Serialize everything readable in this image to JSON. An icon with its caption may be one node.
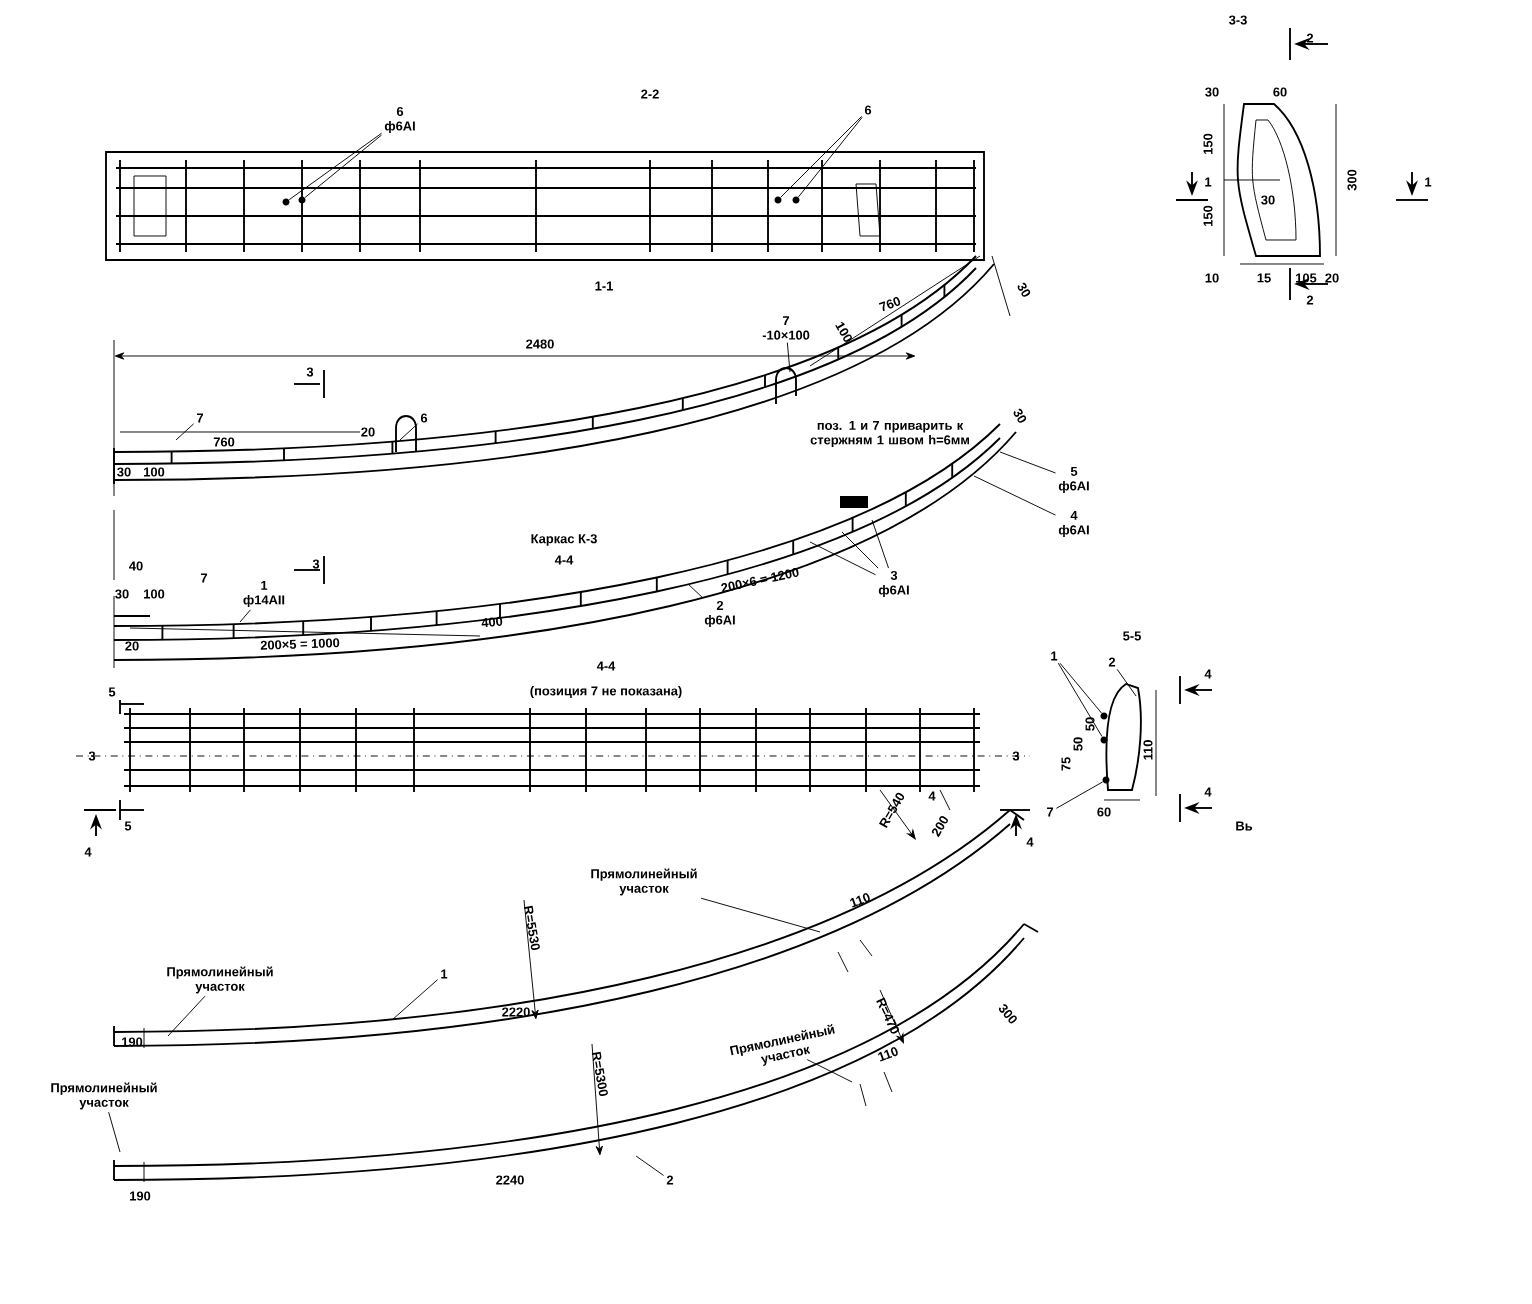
{
  "diagram": {
    "nodes": [
      {
        "text": [
          "6",
          "ф6АI"
        ]
      },
      {
        "text": [
          "6"
        ]
      },
      {
        "text": [
          "7",
          "-10×100"
        ]
      },
      {
        "text": [
          "7"
        ]
      },
      {
        "text": [
          "6"
        ]
      },
      {
        "text": [
          "5",
          "ф6АI"
        ]
      },
      {
        "text": [
          "4",
          "ф6АI"
        ]
      },
      {
        "text": [
          "3",
          "ф6АI"
        ]
      },
      {
        "text": [
          "2",
          "ф6АI"
        ]
      },
      {
        "text": [
          "1",
          "ф14АII"
        ]
      },
      {
        "text": [
          "1"
        ]
      },
      {
        "text": [
          "2"
        ]
      },
      {
        "text": [
          "7"
        ]
      },
      {
        "text": [
          "Прямолинейный участок"
        ]
      },
      {
        "text": [
          "1"
        ]
      },
      {
        "text": [
          "Прямолинейный участок"
        ]
      },
      {
        "text": [
          "Прямолинейный участок"
        ]
      },
      {
        "text": [
          "Прямолинейный участок"
        ]
      },
      {
        "text": [
          "2"
        ]
      },
      {
        "text": [],
        "shape": "circle"
      },
      {
        "text": [],
        "shape": "circle"
      },
      {
        "text": [],
        "shape": "circle"
      },
      {
        "text": [],
        "shape": "circle"
      },
      {
        "text": [],
        "shape": "circle"
      },
      {
        "text": [],
        "shape": "circle"
      },
      {
        "text": [],
        "shape": "circle"
      }
    ],
    "edges": [
      {
        "from": 0,
        "to": 19,
        "arrow": "none"
      },
      {
        "from": 0,
        "to": 20,
        "arrow": "none"
      },
      {
        "from": 1,
        "to": 21,
        "arrow": "none"
      },
      {
        "from": 1,
        "to": 22,
        "arrow": "none"
      },
      {
        "from": 2,
        "to": null,
        "arrow": "none"
      },
      {
        "from": 3,
        "to": null,
        "arrow": "none"
      },
      {
        "from": 4,
        "to": null,
        "arrow": "none"
      },
      {
        "from": 5,
        "to": null,
        "arrow": "none"
      },
      {
        "from": 6,
        "to": null,
        "arrow": "none"
      },
      {
        "from": 7,
        "to": null,
        "arrow": "none"
      },
      {
        "from": 7,
        "to": null,
        "arrow": "none"
      },
      {
        "from": 7,
        "to": null,
        "arrow": "none"
      },
      {
        "from": 8,
        "to": null,
        "arrow": "none"
      },
      {
        "from": 9,
        "to": null,
        "arrow": "none"
      },
      {
        "from": 10,
        "to": 23,
        "arrow": "none"
      },
      {
        "from": 10,
        "to": 24,
        "arrow": "none"
      },
      {
        "from": 11,
        "to": null,
        "arrow": "none"
      },
      {
        "from": 12,
        "to": 25,
        "arrow": "none"
      },
      {
        "from": 13,
        "to": null,
        "arrow": "none"
      },
      {
        "from": 14,
        "to": null,
        "arrow": "none"
      },
      {
        "from": 15,
        "to": null,
        "arrow": "none"
      },
      {
        "from": 16,
        "to": null,
        "arrow": "none"
      },
      {
        "from": 17,
        "to": null,
        "arrow": "none"
      },
      {
        "from": 18,
        "to": null,
        "arrow": "none"
      }
    ],
    "labels": [
      "2-2",
      "3-3",
      "2",
      "60",
      "30",
      "150",
      "150",
      "300",
      "30",
      "1",
      "1",
      "10",
      "15",
      "105",
      "20",
      "2",
      "1-1",
      "760",
      "100",
      "30",
      "2480",
      "3",
      "760",
      "30",
      "100",
      "20",
      "поз. 1 и 7 приварить к стержням 1 швом h=6мм",
      "30",
      "Каркас К-3",
      "4-4",
      "40",
      "3",
      "7",
      "30",
      "100",
      "200×6 = 1200",
      "400",
      "200×5 = 1000",
      "20",
      "4-4",
      "(позиция 7 не показана)",
      "5",
      "3",
      "3",
      "4",
      "R=540",
      "200",
      "5",
      "4",
      "4",
      "5-5",
      "4",
      "75",
      "50",
      "50",
      "110",
      "60",
      "4",
      "Вь",
      "110",
      "R=5530",
      "2220",
      "190",
      "R=5300",
      "R=470",
      "300",
      "110",
      "2240",
      "190"
    ]
  }
}
